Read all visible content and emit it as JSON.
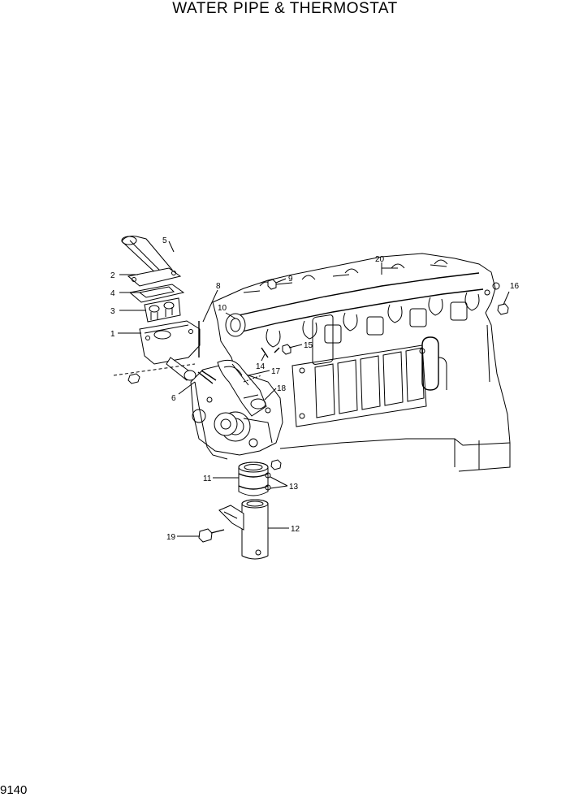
{
  "header": {
    "title": "WATER PIPE & THERMOSTAT"
  },
  "footer": {
    "page_number": "9140"
  },
  "callouts": {
    "p1": "1",
    "p2": "2",
    "p3": "3",
    "p4": "4",
    "p5": "5",
    "p6": "6",
    "p8": "8",
    "p9": "9",
    "p10": "10",
    "p11": "11",
    "p12": "12",
    "p13": "13",
    "p14": "14",
    "p15": "15",
    "p16": "16",
    "p17": "17",
    "p18": "18",
    "p19": "19",
    "p20": "20"
  }
}
